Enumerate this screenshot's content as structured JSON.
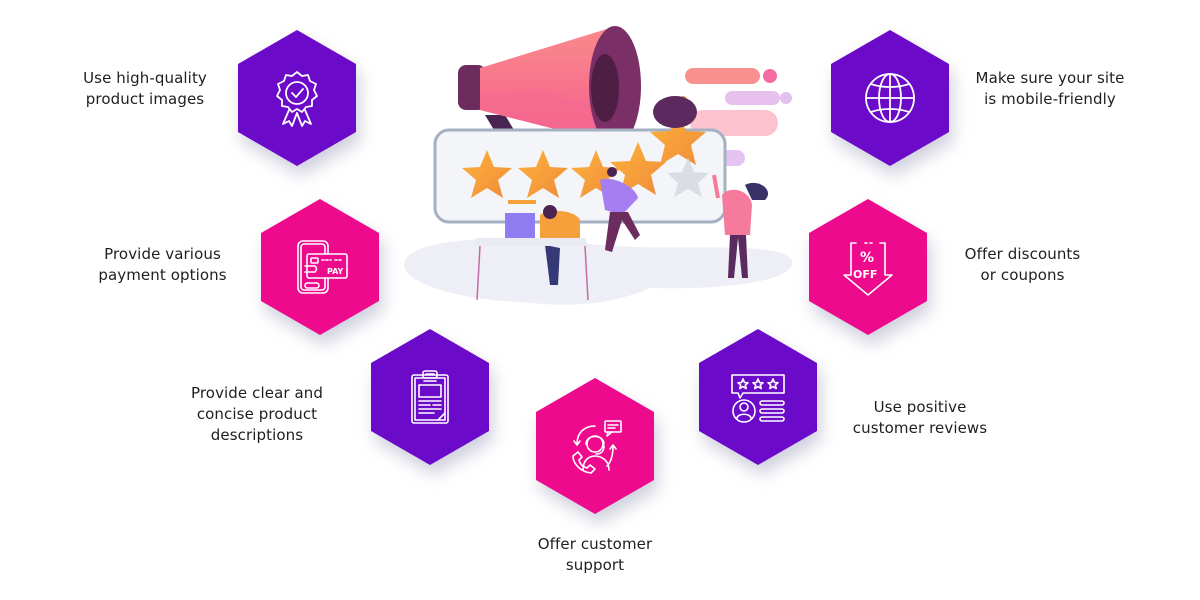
{
  "colors": {
    "purple": "#6B0AC9",
    "pink": "#ED0A8C",
    "text": "#1f1f1f"
  },
  "illustration": {
    "description": "Megaphone with people placing rating stars",
    "stars_filled": 4,
    "stars_total": 5
  },
  "tips": [
    {
      "id": "images",
      "icon": "award-badge-icon",
      "color": "purple",
      "lines": [
        "Use high-quality",
        "product images"
      ]
    },
    {
      "id": "payment",
      "icon": "mobile-payment-icon",
      "color": "pink",
      "lines": [
        "Provide various",
        "payment options"
      ],
      "icon_text": "PAY"
    },
    {
      "id": "descriptions",
      "icon": "clipboard-icon",
      "color": "purple",
      "lines": [
        "Provide clear and",
        "concise product",
        "descriptions"
      ]
    },
    {
      "id": "support",
      "icon": "customer-support-icon",
      "color": "pink",
      "lines": [
        "Offer customer",
        "support"
      ]
    },
    {
      "id": "reviews",
      "icon": "customer-reviews-icon",
      "color": "purple",
      "lines": [
        "Use positive",
        "customer reviews"
      ]
    },
    {
      "id": "discounts",
      "icon": "discount-tag-icon",
      "color": "pink",
      "lines": [
        "Offer discounts",
        "or coupons"
      ],
      "icon_text_top": "%",
      "icon_text": "OFF"
    },
    {
      "id": "mobile",
      "icon": "globe-icon",
      "color": "purple",
      "lines": [
        "Make sure your site",
        "is mobile-friendly"
      ]
    }
  ]
}
